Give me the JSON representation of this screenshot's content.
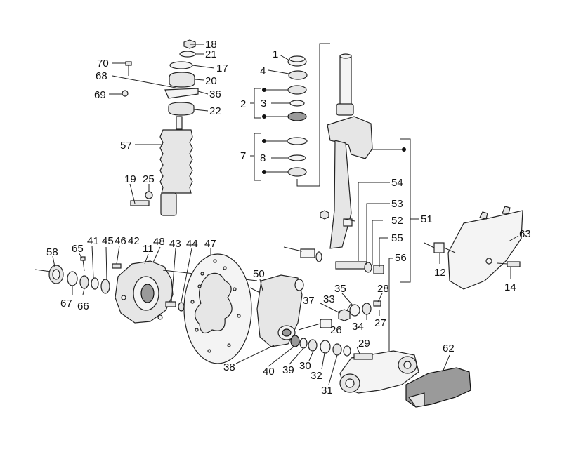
{
  "labels": [
    {
      "key": "l1",
      "text": "1"
    },
    {
      "key": "l2",
      "text": "2"
    },
    {
      "key": "l3",
      "text": "3"
    },
    {
      "key": "l4",
      "text": "4"
    },
    {
      "key": "l7",
      "text": "7"
    },
    {
      "key": "l8",
      "text": "8"
    },
    {
      "key": "l11",
      "text": "11"
    },
    {
      "key": "l12",
      "text": "12"
    },
    {
      "key": "l14",
      "text": "14"
    },
    {
      "key": "l17",
      "text": "17"
    },
    {
      "key": "l18",
      "text": "18"
    },
    {
      "key": "l19",
      "text": "19"
    },
    {
      "key": "l20",
      "text": "20"
    },
    {
      "key": "l21",
      "text": "21"
    },
    {
      "key": "l22",
      "text": "22"
    },
    {
      "key": "l25",
      "text": "25"
    },
    {
      "key": "l26",
      "text": "26"
    },
    {
      "key": "l27",
      "text": "27"
    },
    {
      "key": "l28",
      "text": "28"
    },
    {
      "key": "l29",
      "text": "29"
    },
    {
      "key": "l30",
      "text": "30"
    },
    {
      "key": "l31",
      "text": "31"
    },
    {
      "key": "l32",
      "text": "32"
    },
    {
      "key": "l33",
      "text": "33"
    },
    {
      "key": "l34",
      "text": "34"
    },
    {
      "key": "l35",
      "text": "35"
    },
    {
      "key": "l36",
      "text": "36"
    },
    {
      "key": "l37",
      "text": "37"
    },
    {
      "key": "l38",
      "text": "38"
    },
    {
      "key": "l39",
      "text": "39"
    },
    {
      "key": "l40",
      "text": "40"
    },
    {
      "key": "l41",
      "text": "41"
    },
    {
      "key": "l42",
      "text": "42"
    },
    {
      "key": "l43",
      "text": "43"
    },
    {
      "key": "l44",
      "text": "44"
    },
    {
      "key": "l45",
      "text": "45"
    },
    {
      "key": "l46",
      "text": "46"
    },
    {
      "key": "l47",
      "text": "47"
    },
    {
      "key": "l48",
      "text": "48"
    },
    {
      "key": "l50",
      "text": "50"
    },
    {
      "key": "l51",
      "text": "51"
    },
    {
      "key": "l52",
      "text": "52"
    },
    {
      "key": "l53",
      "text": "53"
    },
    {
      "key": "l54",
      "text": "54"
    },
    {
      "key": "l55",
      "text": "55"
    },
    {
      "key": "l56",
      "text": "56"
    },
    {
      "key": "l57",
      "text": "57"
    },
    {
      "key": "l58",
      "text": "58"
    },
    {
      "key": "l62",
      "text": "62"
    },
    {
      "key": "l63",
      "text": "63"
    },
    {
      "key": "l65",
      "text": "65"
    },
    {
      "key": "l66",
      "text": "66"
    },
    {
      "key": "l67",
      "text": "67"
    },
    {
      "key": "l68",
      "text": "68"
    },
    {
      "key": "l69",
      "text": "69"
    },
    {
      "key": "l70",
      "text": "70"
    }
  ],
  "colors": {
    "line": "#222222",
    "part_fill": "#e6e6e6",
    "dark_fill": "#9a9a9a",
    "background": "#ffffff"
  }
}
